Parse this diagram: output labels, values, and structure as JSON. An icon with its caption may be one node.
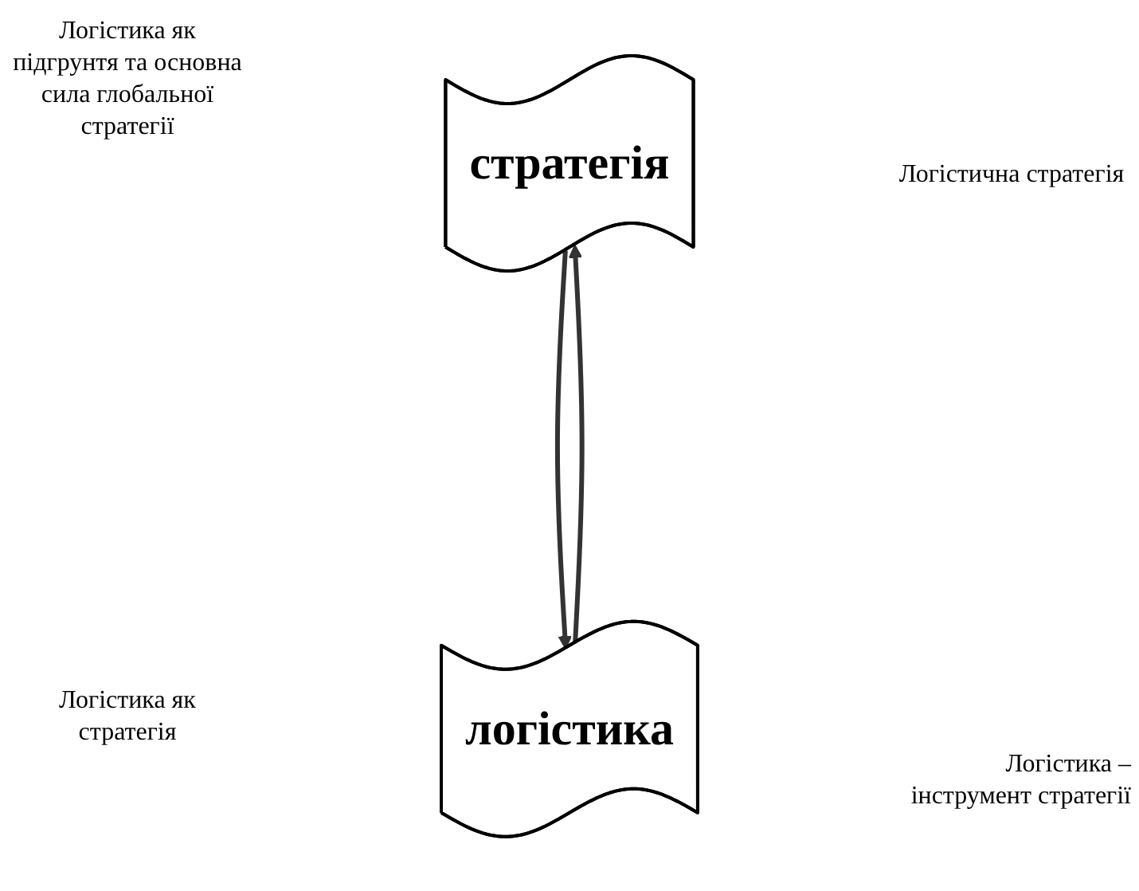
{
  "diagram": {
    "nodes": [
      {
        "text": [
          "стратегія"
        ]
      },
      {
        "text": [
          "логістика"
        ]
      }
    ],
    "edges": [
      {
        "from": 0,
        "to": 1,
        "arrow": "to"
      },
      {
        "from": 1,
        "to": 0,
        "arrow": "to"
      }
    ],
    "labels": [
      "Логістика як підгрунтя та основна сила глобальної стратегії",
      "Логістична стратегія",
      "Логістика як стратегія",
      "Логістика – інструмент стратегії"
    ]
  }
}
